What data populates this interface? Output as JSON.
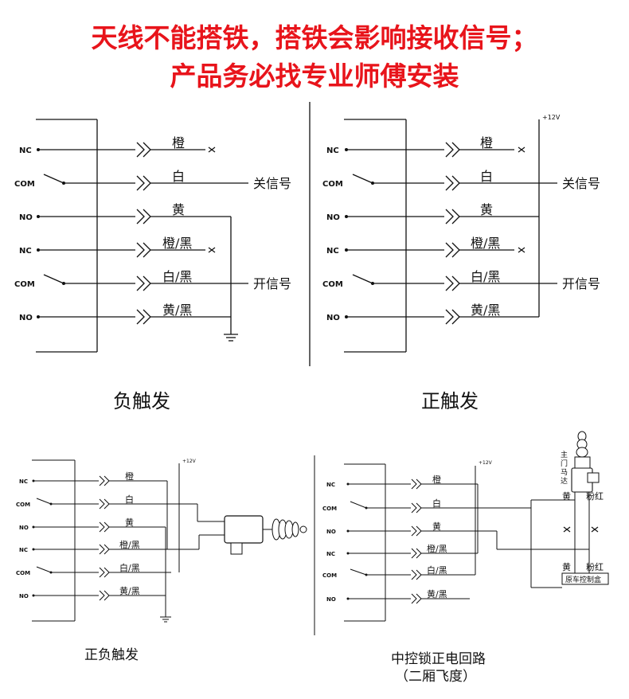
{
  "warning": {
    "line1": "天线不能搭铁，搭铁会影响接收信号；",
    "line2": "产品务必找专业师傅安装"
  },
  "pins": [
    "NC",
    "COM",
    "NO",
    "NC",
    "COM",
    "NO"
  ],
  "wires": [
    "橙",
    "白",
    "黄",
    "橙/黑",
    "白/黑",
    "黄/黑"
  ],
  "signals": {
    "close": "关信号",
    "open": "开信号"
  },
  "voltage": "+12V",
  "voltage_small": "+12V",
  "captions": {
    "negative": "负触发",
    "positive": "正触发",
    "pos_neg": "正负触发",
    "central_lock_line1": "中控锁正电回路",
    "central_lock_line2": "（二厢飞度）"
  },
  "motor_label": [
    "主",
    "门",
    "马",
    "达"
  ],
  "lock_wires": {
    "yellow": "黄",
    "pink_red": "粉红"
  },
  "control_box": "原车控制盒",
  "colors": {
    "warning": "#e8141b",
    "ink": "#111111"
  }
}
